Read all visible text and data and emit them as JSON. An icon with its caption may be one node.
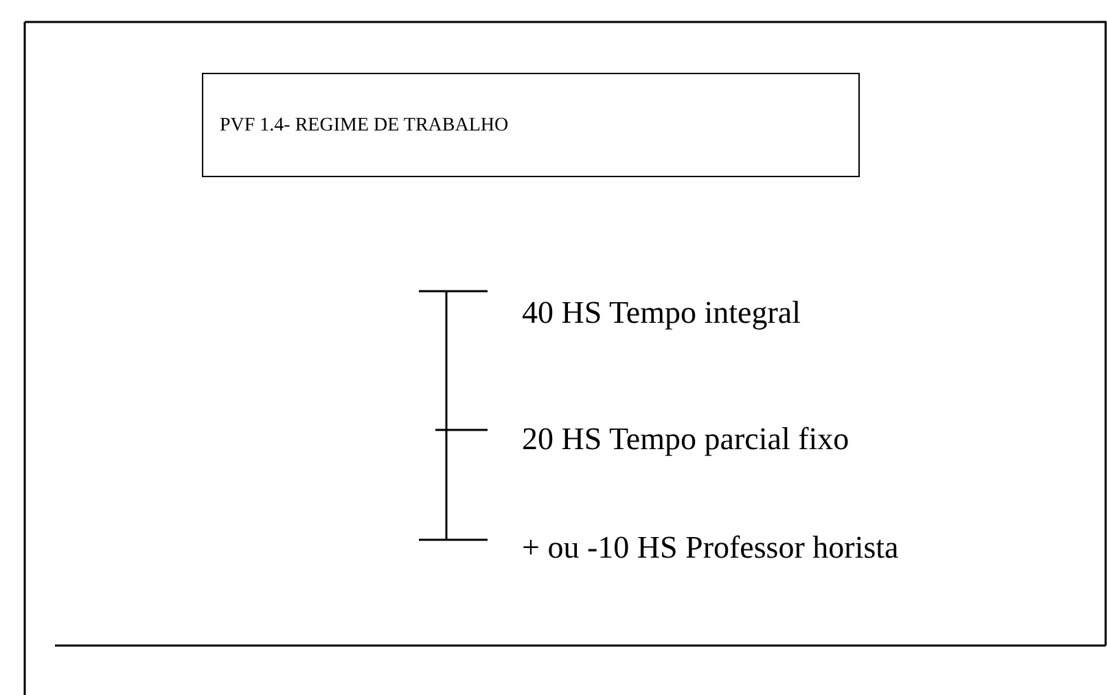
{
  "diagram": {
    "nodes": [
      {
        "text": [
          "PVF 1.4- REGIME DE TRABALHO"
        ]
      }
    ],
    "labels": [
      "40 HS Tempo integral",
      "20 HS Tempo parcial fixo",
      "+ ou -10 HS Professor horista"
    ]
  }
}
